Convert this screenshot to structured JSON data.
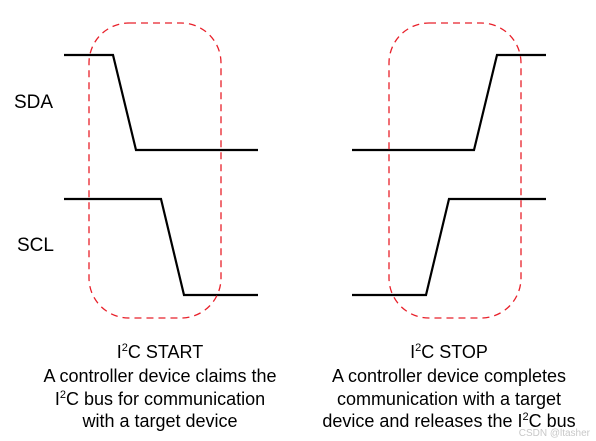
{
  "signals": {
    "sda": "SDA",
    "scl": "SCL"
  },
  "start": {
    "title_prefix": "I",
    "title_sup": "2",
    "title_suffix": "C START",
    "line1": "A controller device claims the",
    "line2_prefix": "I",
    "line2_sup": "2",
    "line2_suffix": "C bus for communication",
    "line3": "with a target device"
  },
  "stop": {
    "title_prefix": "I",
    "title_sup": "2",
    "title_suffix": "C STOP",
    "line1": "A controller device completes",
    "line2": "communication with a target",
    "line3_prefix": "device and releases the I",
    "line3_sup": "2",
    "line3_suffix": "C bus"
  },
  "watermark": "CSDN @ltasher",
  "colors": {
    "waveform": "#000000",
    "highlight": "#e8202a",
    "background": "#ffffff"
  }
}
